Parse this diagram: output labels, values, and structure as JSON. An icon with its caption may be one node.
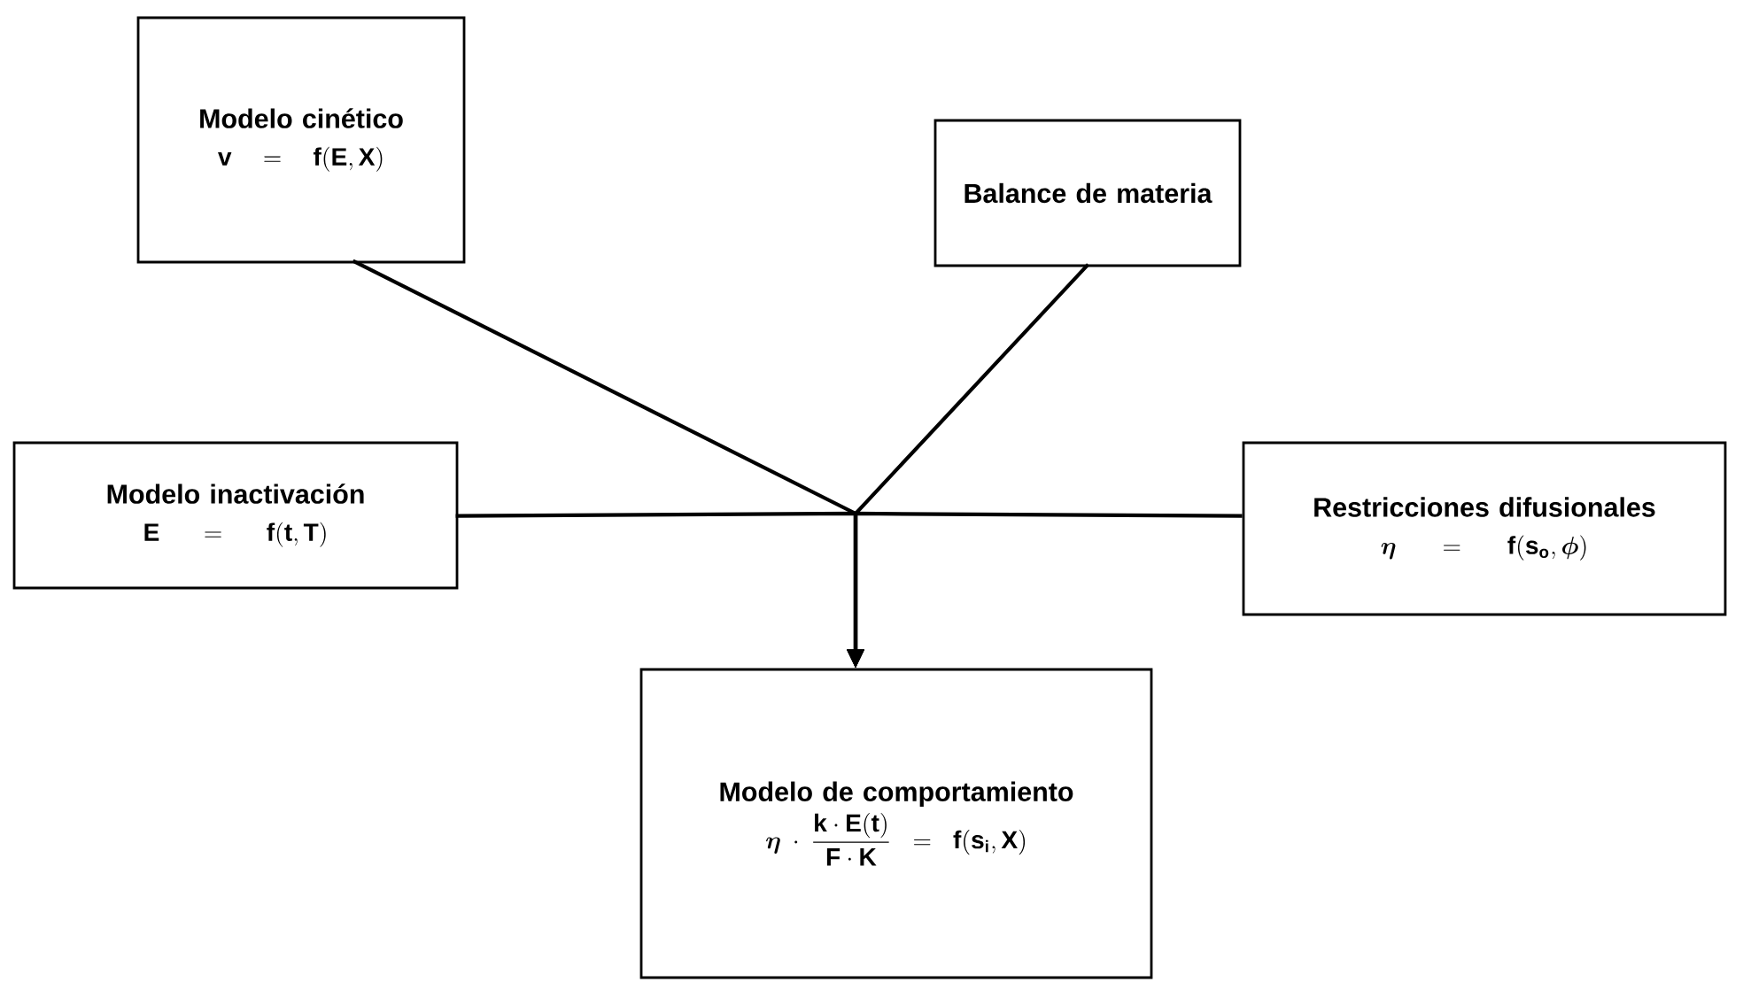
{
  "diagram": {
    "nodes": [
      {
        "text": [
          "Modelo cinético",
          "\\mathbf{v} \\;=\\; \\mathbf{f}(\\mathbf{E}, \\mathbf{X})"
        ]
      },
      {
        "text": [
          "Balance de materia"
        ]
      },
      {
        "text": [
          "Modelo inactivación",
          "\\mathbf{E} \\;=\\; \\mathbf{f}(\\mathbf{t}, \\mathbf{T})"
        ]
      },
      {
        "text": [
          "Restricciones difusionales",
          "\\boldsymbol{\\eta} \\;=\\; \\mathbf{f}(\\mathbf{s_o}, \\boldsymbol{\\phi})"
        ]
      },
      {
        "text": [
          "Modelo de comportamiento",
          "\\boldsymbol{\\eta}\\cdot\\frac{\\mathbf{k}\\cdot\\mathbf{E(t)}}{\\mathbf{F}\\cdot\\mathbf{K}} = \\mathbf{f}(\\mathbf{s_i}, \\mathbf{X})"
        ]
      }
    ],
    "edges": [
      {
        "from": 0,
        "to": 4,
        "arrow": "to"
      },
      {
        "from": 1,
        "to": 4,
        "arrow": "to"
      },
      {
        "from": 2,
        "to": 4,
        "arrow": "to"
      },
      {
        "from": 3,
        "to": 4,
        "arrow": "to"
      }
    ]
  }
}
